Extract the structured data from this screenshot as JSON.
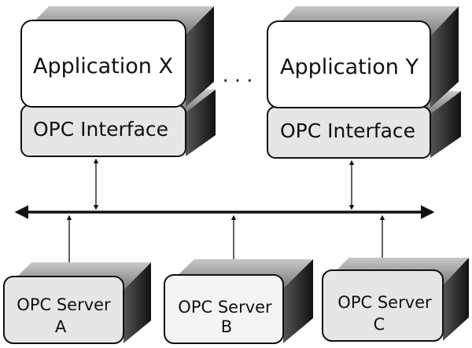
{
  "diagram": {
    "app_x": {
      "title": "Application X",
      "interface": "OPC Interface"
    },
    "app_y": {
      "title": "Application Y",
      "interface": "OPC Interface"
    },
    "ellipsis": ". . .",
    "servers": [
      {
        "line1": "OPC Server",
        "line2": "A"
      },
      {
        "line1": "OPC Server",
        "line2": "B"
      },
      {
        "line1": "OPC Server",
        "line2": "C"
      }
    ]
  },
  "colors": {
    "box_white": "#ffffff",
    "box_gray": "#e6e6e6",
    "box_light": "#f4f4f4",
    "side_dark": "#2a2a2a",
    "top_gray": "#9a9a9a",
    "line": "#111111"
  }
}
